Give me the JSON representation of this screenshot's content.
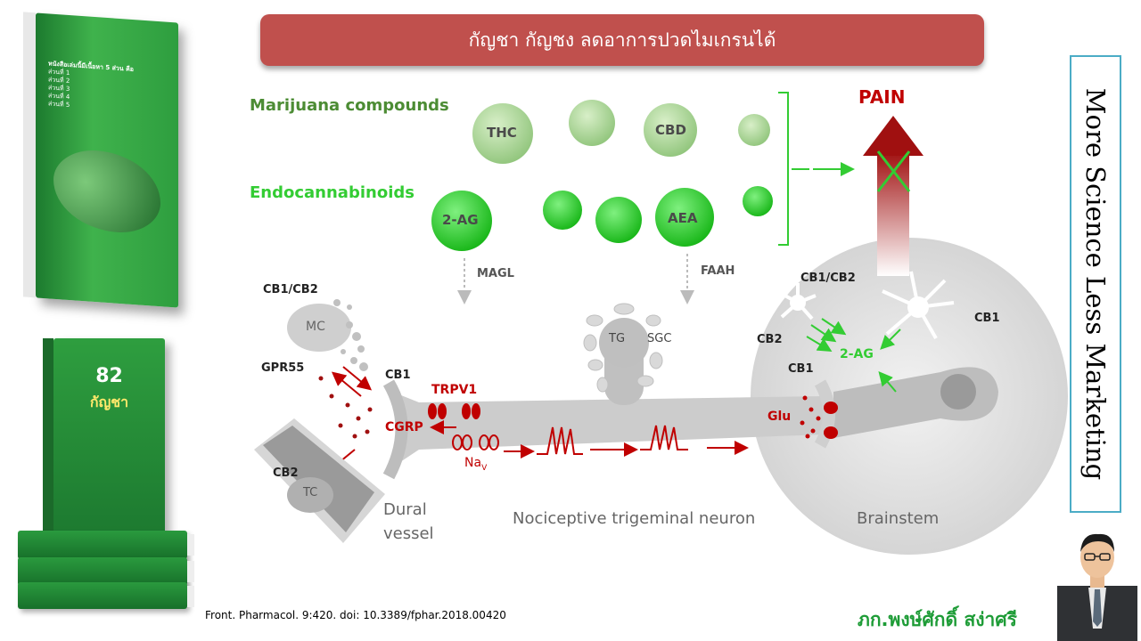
{
  "title": "กัญชา กัญชง ลดอาการปวดไมเกรนได้",
  "side_text": "More Science Less Marketing",
  "citation": "Front. Pharmacol. 9:420. doi: 10.3389/fphar.2018.00420",
  "author": "ภก.พงษ์ศักดิ์ สง่าศรี",
  "diagram": {
    "marijuana_compounds": "Marijuana compounds",
    "endocannabinoids": "Endocannabinoids",
    "pain": "PAIN",
    "thc": "THC",
    "cbd": "CBD",
    "two_ag": "2-AG",
    "aea": "AEA",
    "magl": "MAGL",
    "faah": "FAAH",
    "cb1cb2_left": "CB1/CB2",
    "mc": "MC",
    "gpr55": "GPR55",
    "cb1_nerve": "CB1",
    "trpv1": "TRPV1",
    "cgrp": "CGRP",
    "nav": "Na",
    "nav_sub": "V",
    "tg": "TG",
    "sgc": "SGC",
    "cb2_tc": "CB2",
    "tc": "TC",
    "dural_vessel_1": "Dural",
    "dural_vessel_2": "vessel",
    "nociceptive": "Nociceptive trigeminal neuron",
    "brainstem": "Brainstem",
    "cb1cb2_brain": "CB1/CB2",
    "cb1_brain_right": "CB1",
    "cb2_brain": "CB2",
    "cb1_brain": "CB1",
    "two_ag_brain": "2-AG",
    "glu": "Glu"
  },
  "colors": {
    "banner": "#c0504d",
    "green_dark": "#4c8c34",
    "green_bright": "#33cc33",
    "red": "#c00000"
  },
  "book1": {
    "heading": "หนังสือเล่มนี้มีเนื้อหา 5 ส่วน คือ",
    "lines": [
      "ส่วนที่ 1",
      "ส่วนที่ 2",
      "ส่วนที่ 3",
      "ส่วนที่ 4",
      "ส่วนที่ 5"
    ]
  },
  "book2": {
    "number": "82",
    "subtitle": "กัญชา"
  }
}
